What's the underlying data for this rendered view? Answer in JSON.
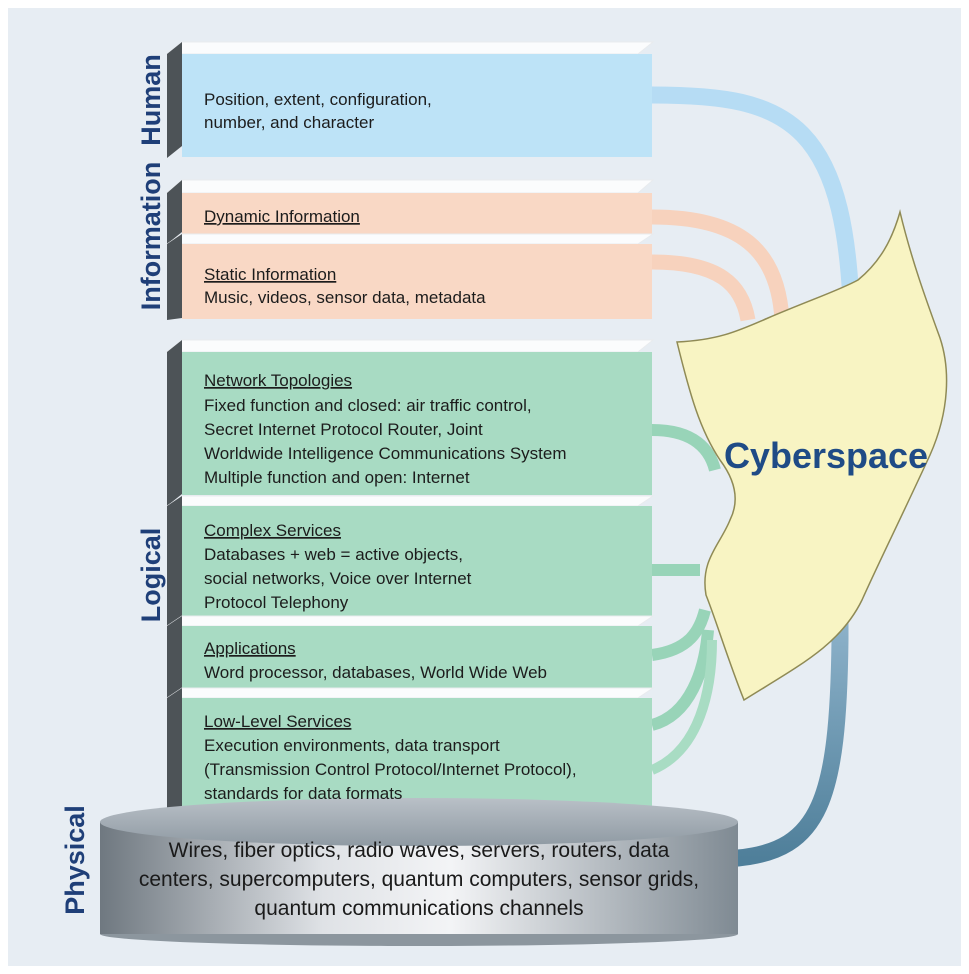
{
  "layers": {
    "human": "Human",
    "information": "Information",
    "logical": "Logical",
    "physical": "Physical"
  },
  "boxes": {
    "human": {
      "lines": [
        "Position, extent, configuration,",
        "number, and character"
      ]
    },
    "dynamic_info": {
      "heading": "Dynamic Information"
    },
    "static_info": {
      "heading": "Static Information",
      "lines": [
        "Music, videos, sensor data, metadata"
      ]
    },
    "network_topologies": {
      "heading": "Network Topologies",
      "lines": [
        "Fixed function and closed: air traffic control,",
        "Secret Internet Protocol Router, Joint",
        "Worldwide Intelligence Communications System",
        "Multiple function and open: Internet"
      ]
    },
    "complex_services": {
      "heading": "Complex Services",
      "lines": [
        "Databases + web = active objects,",
        "social networks, Voice over Internet",
        "Protocol Telephony"
      ]
    },
    "applications": {
      "heading": "Applications",
      "lines": [
        "Word processor, databases, World Wide Web"
      ]
    },
    "low_level_services": {
      "heading": "Low-Level Services",
      "lines": [
        "Execution environments, data transport",
        "(Transmission Control Protocol/Internet Protocol),",
        "standards for data formats"
      ]
    }
  },
  "physical": {
    "lines": [
      "Wires, fiber optics, radio waves, servers, routers, data",
      "centers, supercomputers, quantum computers, sensor grids,",
      "quantum communications channels"
    ]
  },
  "cyberspace": "Cyberspace",
  "colors": {
    "human": "#bde3f7",
    "information": "#f9d8c5",
    "logical": "#a8dbc3",
    "physical": "#9aa3ab",
    "cyberspace": "#f8f4c3",
    "label": "#1f3f78"
  }
}
